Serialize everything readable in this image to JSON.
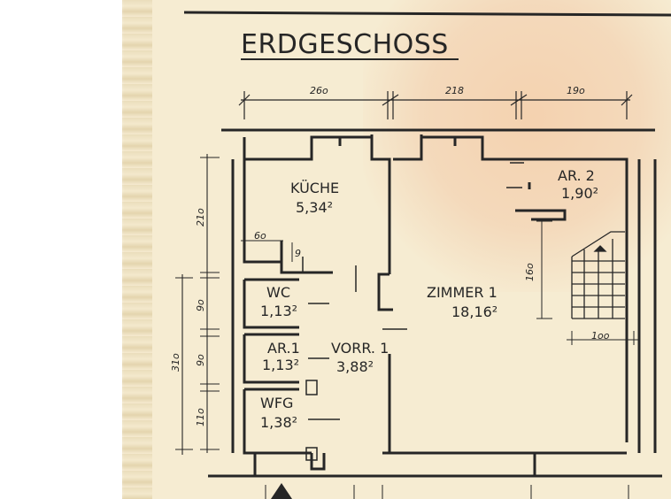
{
  "plan": {
    "title": "ERDGESCHOSS",
    "rooms": {
      "kueche": {
        "name": "KÜCHE",
        "area": "5,34²"
      },
      "ar2": {
        "name": "AR. 2",
        "area": "1,90²"
      },
      "zimmer1": {
        "name": "ZIMMER  1",
        "area": "18,16²"
      },
      "wc": {
        "name": "WC",
        "area": "1,13²"
      },
      "ar1": {
        "name": "AR.1",
        "area": "1,13²"
      },
      "vorr1": {
        "name": "VORR. 1",
        "area": "3,88²"
      },
      "wfg": {
        "name": "WFG",
        "area": "1,38²"
      }
    },
    "dimensions": {
      "top_1": "26o",
      "top_2": "218",
      "top_3": "19o",
      "left_210": "21o",
      "left_90_a": "9o",
      "left_90_b": "9o",
      "left_110": "11o",
      "left_310": "31o",
      "detail_60": "6o",
      "detail_9": "9",
      "stair_160": "16o",
      "stair_100": "1oo"
    }
  },
  "colors": {
    "ink": "#262626",
    "paper": "#f6ecd2",
    "stain": "#f4cda9"
  }
}
